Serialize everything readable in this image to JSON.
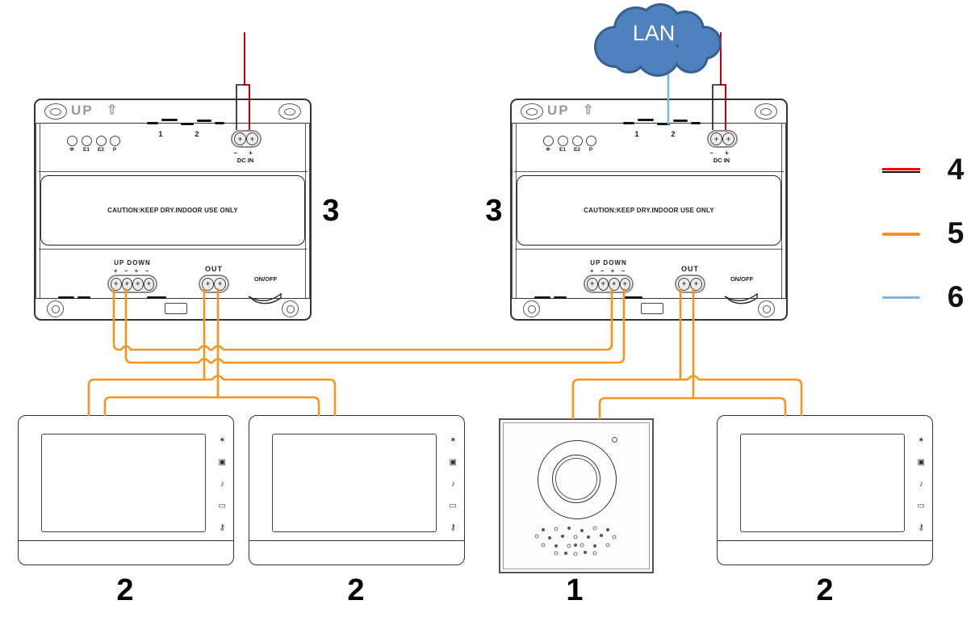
{
  "colors": {
    "bus_wire_orange": "#F7941D",
    "power_wire_red": "#CC0000",
    "power_wire_black": "#1A1A1A",
    "network_wire_blue": "#7EB6E4",
    "lan_cloud_blue": "#4E81BD",
    "legend_red": "#FF0000"
  },
  "lan_cloud": {
    "label": "LAN"
  },
  "psu": {
    "up_label": "UP",
    "up_arrow": "⇧",
    "led_labels": [
      "Φ",
      "E1",
      "E2",
      "P"
    ],
    "port_labels": [
      "1",
      "2"
    ],
    "dc_polarity": "− +",
    "dc_in_label": "DC IN",
    "caution_text": "CAUTION:KEEP DRY.INDOOR USE ONLY",
    "updown_label": "UP DOWN",
    "updown_polarity": "+ − + −",
    "out_label": "OUT",
    "onoff_label": "ON/OFF"
  },
  "monitor": {
    "icons": [
      {
        "name": "favorite-icon",
        "glyph": "✶"
      },
      {
        "name": "display-icon",
        "glyph": "▣"
      },
      {
        "name": "ringtone-icon",
        "glyph": "♪"
      },
      {
        "name": "monitor-icon",
        "glyph": "▭"
      },
      {
        "name": "unlock-icon",
        "glyph": "⚷"
      }
    ]
  },
  "device_labels": {
    "psu_left": "3",
    "psu_right": "3",
    "door_station": "1",
    "monitor_left": "2",
    "monitor_middle": "2",
    "monitor_right": "2"
  },
  "legend": {
    "items": [
      {
        "label": "4",
        "line_colors": [
          "#FF0000",
          "#000000"
        ]
      },
      {
        "label": "5",
        "line_colors": [
          "#F7941D"
        ]
      },
      {
        "label": "6",
        "line_colors": [
          "#7EB6E4"
        ]
      }
    ]
  }
}
